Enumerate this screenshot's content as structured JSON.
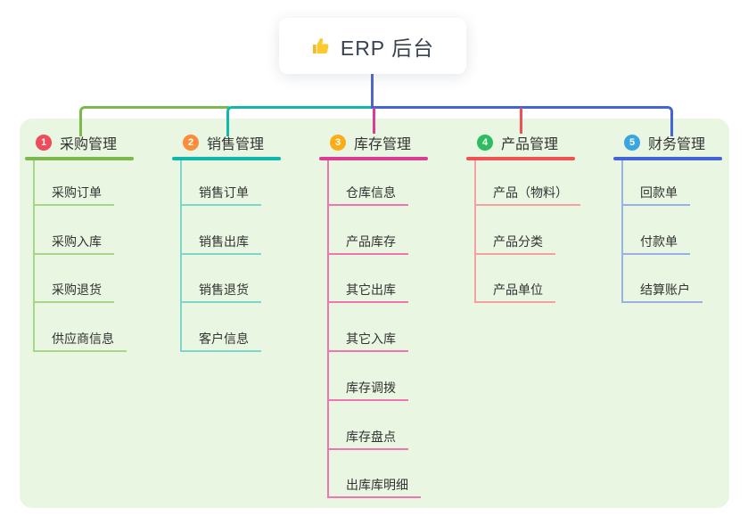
{
  "root": {
    "label": "ERP 后台",
    "icon": "thumbs-up-icon"
  },
  "colors": {
    "panel_bg": "#e8f6e2",
    "root_line": "#5565c6",
    "text": "#333333",
    "root_text": "#39424f",
    "thumb_main": "#fbca2f",
    "thumb_sleeve": "#f7b92c"
  },
  "branches": [
    {
      "badge": "1",
      "badge_color": "#f2495c",
      "label": "采购管理",
      "line_color": "#7cb84b",
      "item_line_color": "#a8d687",
      "items": [
        "采购订单",
        "采购入库",
        "采购退货",
        "供应商信息"
      ]
    },
    {
      "badge": "2",
      "badge_color": "#fb8d3b",
      "label": "销售管理",
      "line_color": "#12b7ab",
      "item_line_color": "#7fd5cc",
      "items": [
        "销售订单",
        "销售出库",
        "销售退货",
        "客户信息"
      ]
    },
    {
      "badge": "3",
      "badge_color": "#fcad18",
      "label": "库存管理",
      "line_color": "#db3d95",
      "item_line_color": "#ef76b3",
      "items": [
        "仓库信息",
        "产品库存",
        "其它出库",
        "其它入库",
        "库存调拨",
        "库存盘点",
        "出库库明细"
      ]
    },
    {
      "badge": "4",
      "badge_color": "#2ebd5e",
      "label": "产品管理",
      "line_color": "#f05251",
      "item_line_color": "#f6a19f",
      "items": [
        "产品（物料）",
        "产品分类",
        "产品单位"
      ]
    },
    {
      "badge": "5",
      "badge_color": "#39a6e1",
      "label": "财务管理",
      "line_color": "#4463d4",
      "item_line_color": "#9ab0ea",
      "items": [
        "回款单",
        "付款单",
        "结算账户"
      ]
    }
  ]
}
